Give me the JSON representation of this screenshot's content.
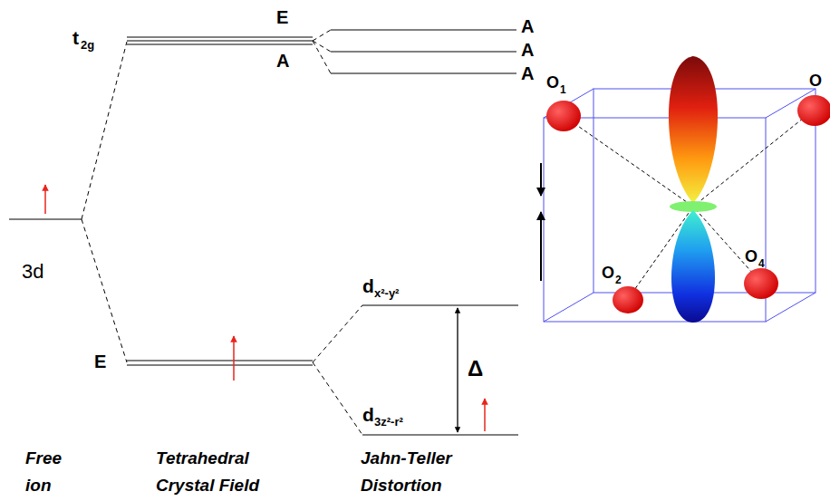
{
  "diagram": {
    "labels": [
      "E",
      "t",
      "2g",
      "A",
      "A",
      "A",
      "A",
      "O",
      "1",
      "O",
      "3d",
      "O",
      "2",
      "O",
      "4",
      "d",
      "x²-y²",
      "E",
      "Δ",
      "d",
      "3z²-r²",
      "Free ion",
      "Tetrahedral Crystal Field",
      "Jahn-Teller Distortion"
    ]
  }
}
